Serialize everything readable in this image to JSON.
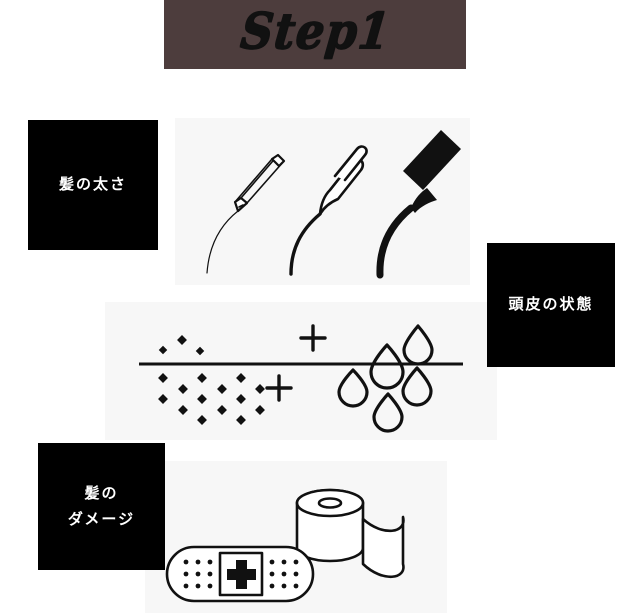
{
  "banner": {
    "label": "Step1",
    "background_color": "#4d3d3d",
    "text_color": "#111111"
  },
  "theme": {
    "panel_background": "#f7f7f7",
    "label_background": "#000000",
    "label_text_color": "#ffffff",
    "ink_color": "#111111",
    "page_background": "#ffffff"
  },
  "sections": [
    {
      "id": "thickness",
      "label": "髪の太さ",
      "label_style": "square",
      "illustration": "pencil-pen-marker-strokes",
      "illustration_items": [
        "pencil",
        "ballpoint-pen",
        "marker"
      ]
    },
    {
      "id": "scalp",
      "label": "頭皮の状態",
      "label_style": "speech-bubble-tail-bottom-left",
      "illustration": "dry-flakes-and-oil-droplets",
      "illustration_items": [
        "flakes",
        "plus-marks",
        "water-droplets",
        "horizontal-line"
      ]
    },
    {
      "id": "damage",
      "label": "髪の\nダメージ",
      "label_style": "speech-bubble-tail-bottom-right",
      "illustration": "bandage-and-tape-roll",
      "illustration_items": [
        "adhesive-bandage",
        "cross-symbol",
        "gauze-roll"
      ]
    }
  ]
}
